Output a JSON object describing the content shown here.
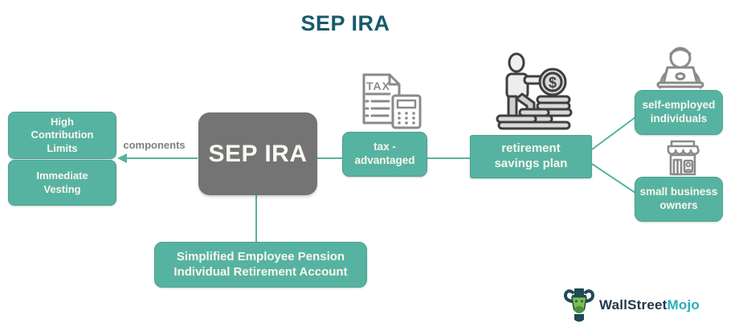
{
  "title": "SEP IRA",
  "connector_label": "components",
  "boxes": {
    "center": "SEP IRA",
    "high_contribution": "High\nContribution\nLimits",
    "immediate_vesting": "Immediate\nVesting",
    "tax_advantaged": "tax -\nadvantaged",
    "retirement_plan": "retirement\nsavings plan",
    "self_employed": "self-employed\nindividuals",
    "small_business": "small business\nowners",
    "definition": "Simplified Employee Pension\nIndividual Retirement Account"
  },
  "icons": {
    "tax": "tax-document-calculator-icon",
    "tax_label": "TAX",
    "retirement": "retirement-savings-coins-icon",
    "dollar_sign": "$",
    "self_employed": "person-at-laptop-icon",
    "small_business": "storefront-icon",
    "logo": "wallstreetmojo-bull-icon"
  },
  "logo": {
    "brand_primary": "WallStreet",
    "brand_secondary": "Mojo"
  },
  "colors": {
    "teal": "#57B3A1",
    "teal_border": "#4CA291",
    "gray_box": "#747474",
    "title": "#175A6B",
    "box_text": "#FAF6EE",
    "label_gray": "#7F7F7F",
    "icon_gray": "#8A8A8A",
    "logo_navy": "#24384A",
    "logo_teal": "#29AFB9"
  }
}
